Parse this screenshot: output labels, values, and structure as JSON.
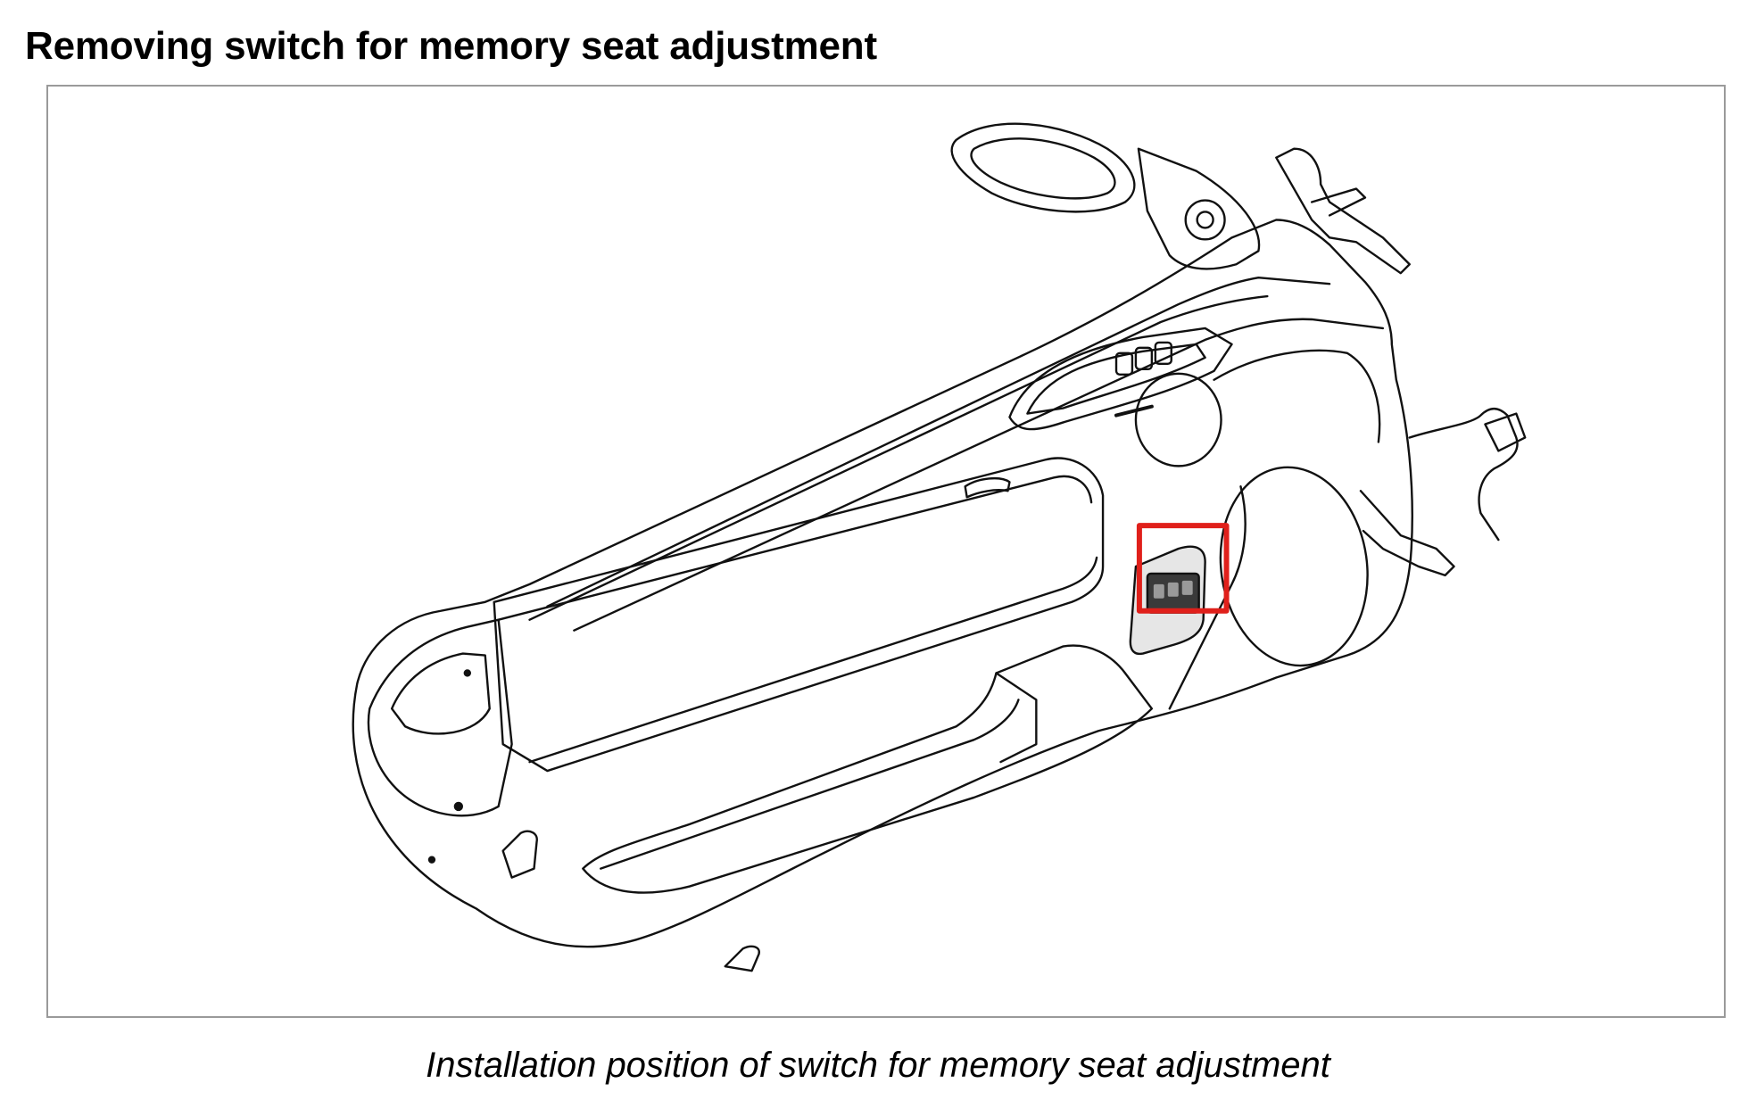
{
  "document": {
    "title": "Removing switch for memory seat adjustment",
    "caption": "Installation position of switch for memory seat adjustment"
  },
  "figure": {
    "subject": "door-panel-line-drawing",
    "highlight_color": "#e0201b",
    "line_color": "#111111"
  }
}
